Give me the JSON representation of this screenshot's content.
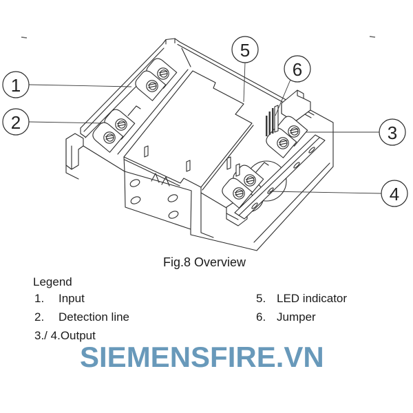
{
  "figure": {
    "caption": "Fig.8 Overview"
  },
  "legend": {
    "title": "Legend",
    "col_left": [
      {
        "num": "1.",
        "label": "Input"
      },
      {
        "num": "2.",
        "label": "Detection line"
      },
      {
        "num": "3./ 4.",
        "label": "Output"
      }
    ],
    "col_right": [
      {
        "num": "5.",
        "label": "LED indicator"
      },
      {
        "num": "6.",
        "label": "Jumper"
      }
    ]
  },
  "callouts": [
    {
      "number": "1"
    },
    {
      "number": "2"
    },
    {
      "number": "3"
    },
    {
      "number": "4"
    },
    {
      "number": "5"
    },
    {
      "number": "6"
    }
  ],
  "watermark": {
    "text": "SIEMENSFIRE.VN",
    "color": "#6899BA"
  },
  "colors": {
    "line": "#2b2b2b",
    "text": "#1a1a1a"
  }
}
